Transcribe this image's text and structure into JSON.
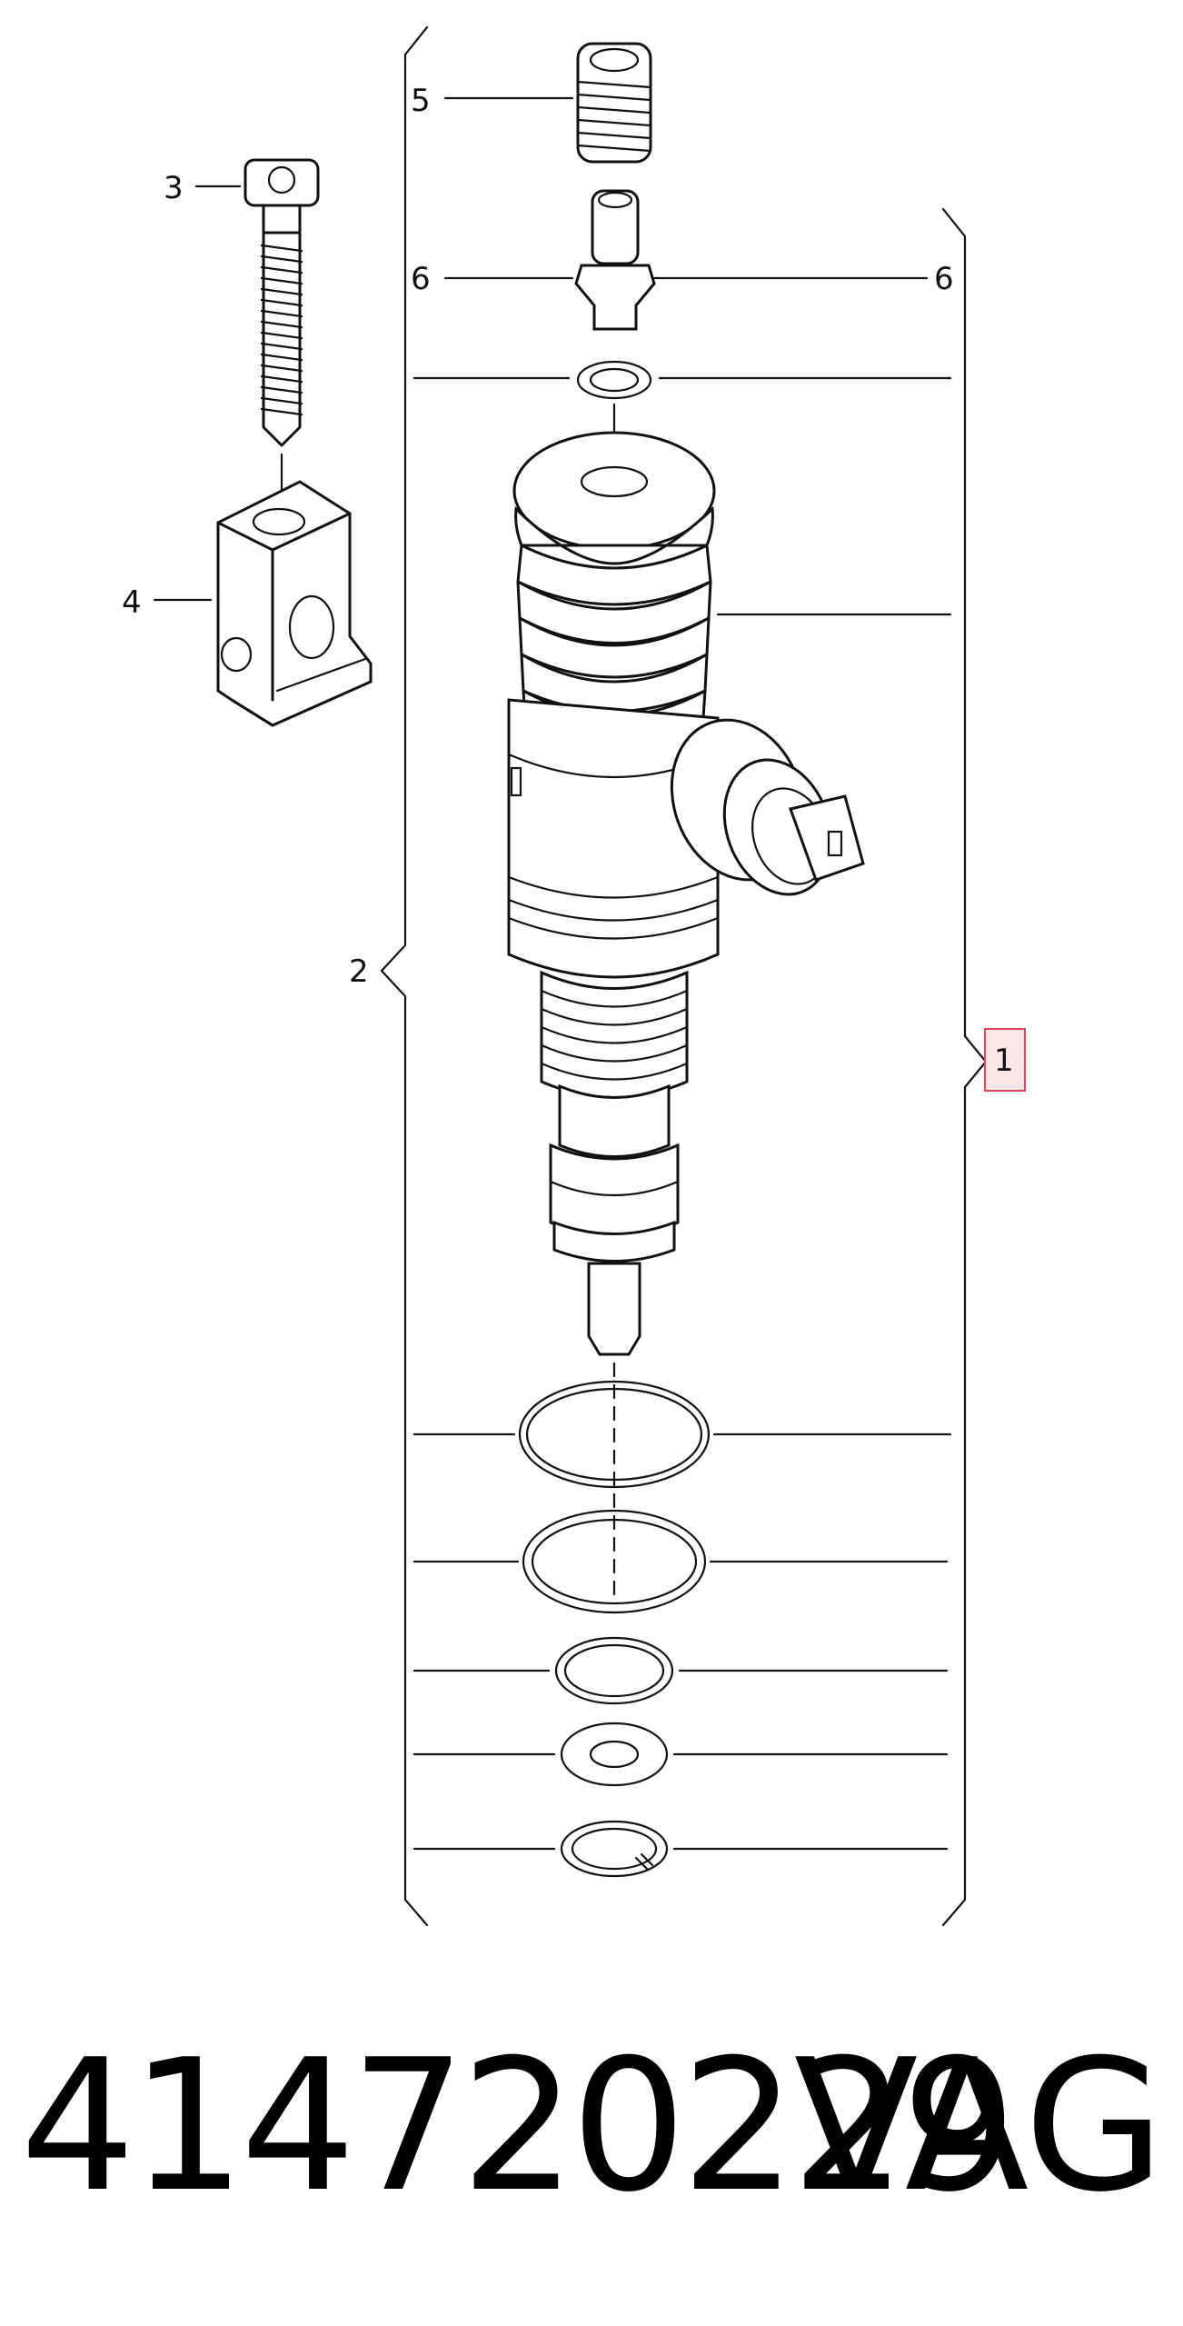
{
  "diagram": {
    "callouts": {
      "c1": "1",
      "c2": "2",
      "c3": "3",
      "c4": "4",
      "c5": "5",
      "c6_left": "6",
      "c6_right": "6"
    },
    "highlight_color": "#e0425a"
  },
  "footer": {
    "part_number": "414720229",
    "brand": "VAG"
  }
}
